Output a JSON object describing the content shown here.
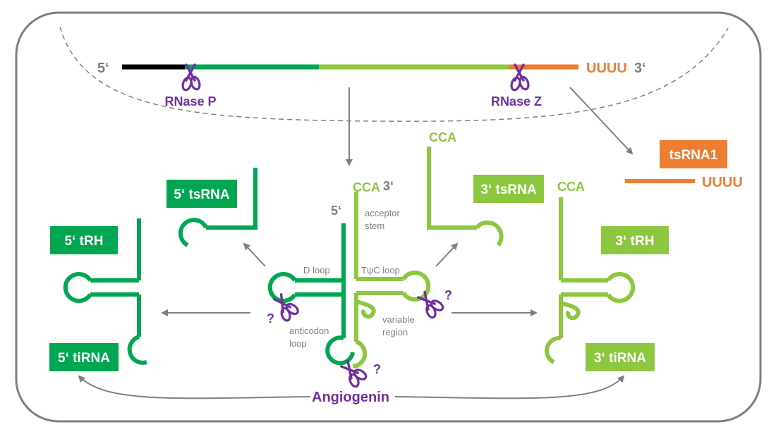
{
  "colors": {
    "dark_green": "#00a651",
    "light_green": "#8dc63f",
    "orange": "#ee7d31",
    "purple": "#7030a0",
    "gray": "#7f7f7f",
    "black": "#000000"
  },
  "precursor": {
    "five_prime": "5‘",
    "three_prime": "3‘",
    "trailer": "UUUU",
    "rnase_p": "RNase P",
    "rnase_z": "RNase Z"
  },
  "tsrna1": {
    "label": "tsRNA1",
    "tail": "UUUU"
  },
  "mature": {
    "cca": "CCA",
    "three_prime": "3‘",
    "five_prime": "5‘",
    "acceptor_stem": "acceptor stem",
    "acceptor_stem_line1": "acceptor",
    "acceptor_stem_line2": "stem",
    "d_loop": "D loop",
    "t_loop": "TψC loop",
    "anticodon_loop_line1": "anticodon",
    "anticodon_loop_line2": "loop",
    "variable_region_line1": "variable",
    "variable_region_line2": "region",
    "question": "?"
  },
  "fragments": {
    "tsrna5": "5‘ tsRNA",
    "tsrna3": "3‘ tsRNA",
    "trh5": "5‘ tRH",
    "trh3": "3‘ tRH",
    "tirna5": "5‘ tiRNA",
    "tirna3": "3‘ tiRNA",
    "cca": "CCA"
  },
  "enzyme": {
    "angiogenin": "Angiogenin"
  }
}
